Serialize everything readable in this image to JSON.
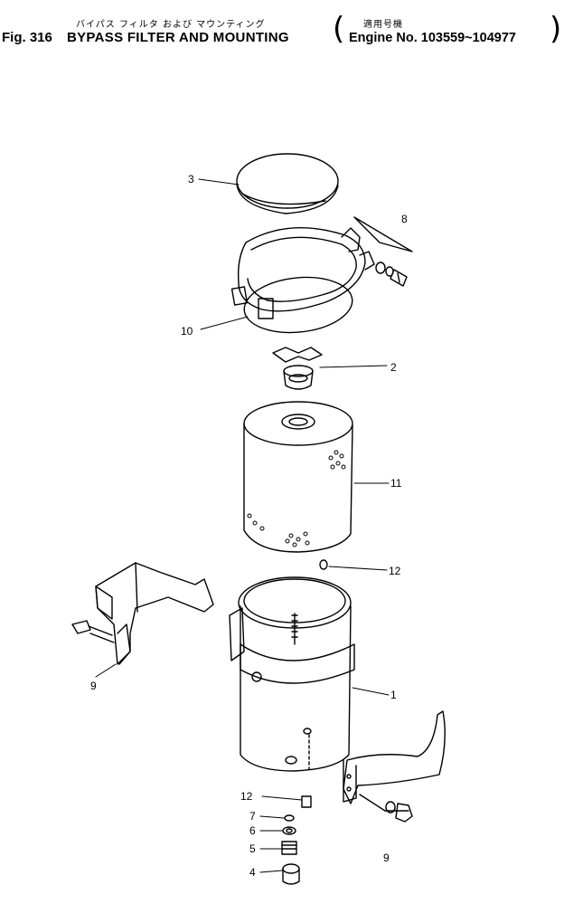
{
  "header": {
    "jp_title": "バイパス フィルタ および マウンティング",
    "jp_applic": "適用号機",
    "fig": "Fig. 316",
    "title": "BYPASS FILTER AND MOUNTING",
    "engine": "Engine No. 103559~104977"
  },
  "callouts": {
    "c3": "3",
    "c8": "8",
    "c10": "10",
    "c2": "2",
    "c11": "11",
    "c12a": "12",
    "c9a": "9",
    "c1": "1",
    "c12b": "12",
    "c7": "7",
    "c6": "6",
    "c5": "5",
    "c4": "4",
    "c9b": "9"
  }
}
